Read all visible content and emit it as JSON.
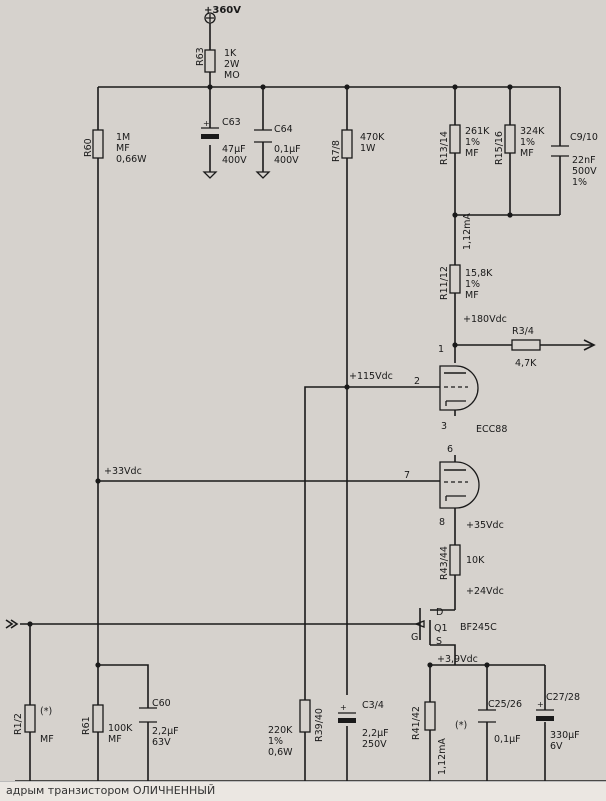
{
  "supply": "+360V",
  "components": {
    "R63": {
      "ref": "R63",
      "l1": "1K",
      "l2": "2W",
      "l3": "MO"
    },
    "R60": {
      "ref": "R60",
      "l1": "1M",
      "l2": "MF",
      "l3": "0,66W"
    },
    "C63": {
      "ref": "C63",
      "l1": "47µF",
      "l2": "400V"
    },
    "C64": {
      "ref": "C64",
      "l1": "0,1µF",
      "l2": "400V"
    },
    "R78": {
      "ref": "R7/8",
      "l1": "470K",
      "l2": "1W"
    },
    "R1314": {
      "ref": "R13/14",
      "l1": "261K",
      "l2": "1%",
      "l3": "MF"
    },
    "R1516": {
      "ref": "R15/16",
      "l1": "324K",
      "l2": "1%",
      "l3": "MF"
    },
    "C910": {
      "ref": "C9/10",
      "l1": "22nF",
      "l2": "500V",
      "l3": "1%"
    },
    "R1112": {
      "ref": "R11/12",
      "l1": "15,8K",
      "l2": "1%",
      "l3": "MF"
    },
    "R34": {
      "ref": "R3/4",
      "l1": "4,7K"
    },
    "V1": {
      "ref": "ECC88"
    },
    "R4344": {
      "ref": "R43/44",
      "l1": "10K"
    },
    "Q1": {
      "ref": "Q1",
      "l1": "BF245C"
    },
    "R12": {
      "ref": "R1/2",
      "l1": "(*)",
      "l2": "MF"
    },
    "R61": {
      "ref": "R61",
      "l1": "100K",
      "l2": "MF"
    },
    "C60": {
      "ref": "C60",
      "l1": "2,2µF",
      "l2": "63V"
    },
    "R3940": {
      "ref": "R39/40",
      "l1": "220K",
      "l2": "1%",
      "l3": "0,6W"
    },
    "C34": {
      "ref": "C3/4",
      "l1": "2,2µF",
      "l2": "250V"
    },
    "R4142": {
      "ref": "R41/42",
      "l1": "(*)"
    },
    "C2526": {
      "ref": "C25/26",
      "l1": "0,1µF"
    },
    "C2728": {
      "ref": "C27/28",
      "l1": "330µF",
      "l2": "6V"
    }
  },
  "currents": {
    "i1": "1,12mA",
    "i2": "1,12mA"
  },
  "voltages": {
    "v180": "+180Vdc",
    "v115": "+115Vdc",
    "v33": "+33Vdc",
    "v35": "+35Vdc",
    "v24": "+24Vdc",
    "v39": "+3,9Vdc"
  },
  "pins": {
    "p1": "1",
    "p2": "2",
    "p3": "3",
    "p6": "6",
    "p7": "7",
    "p8": "8",
    "d": "D",
    "g": "G",
    "s": "S"
  },
  "footer": "адрым транзистором ОЛИЧНЕННЫЙ"
}
